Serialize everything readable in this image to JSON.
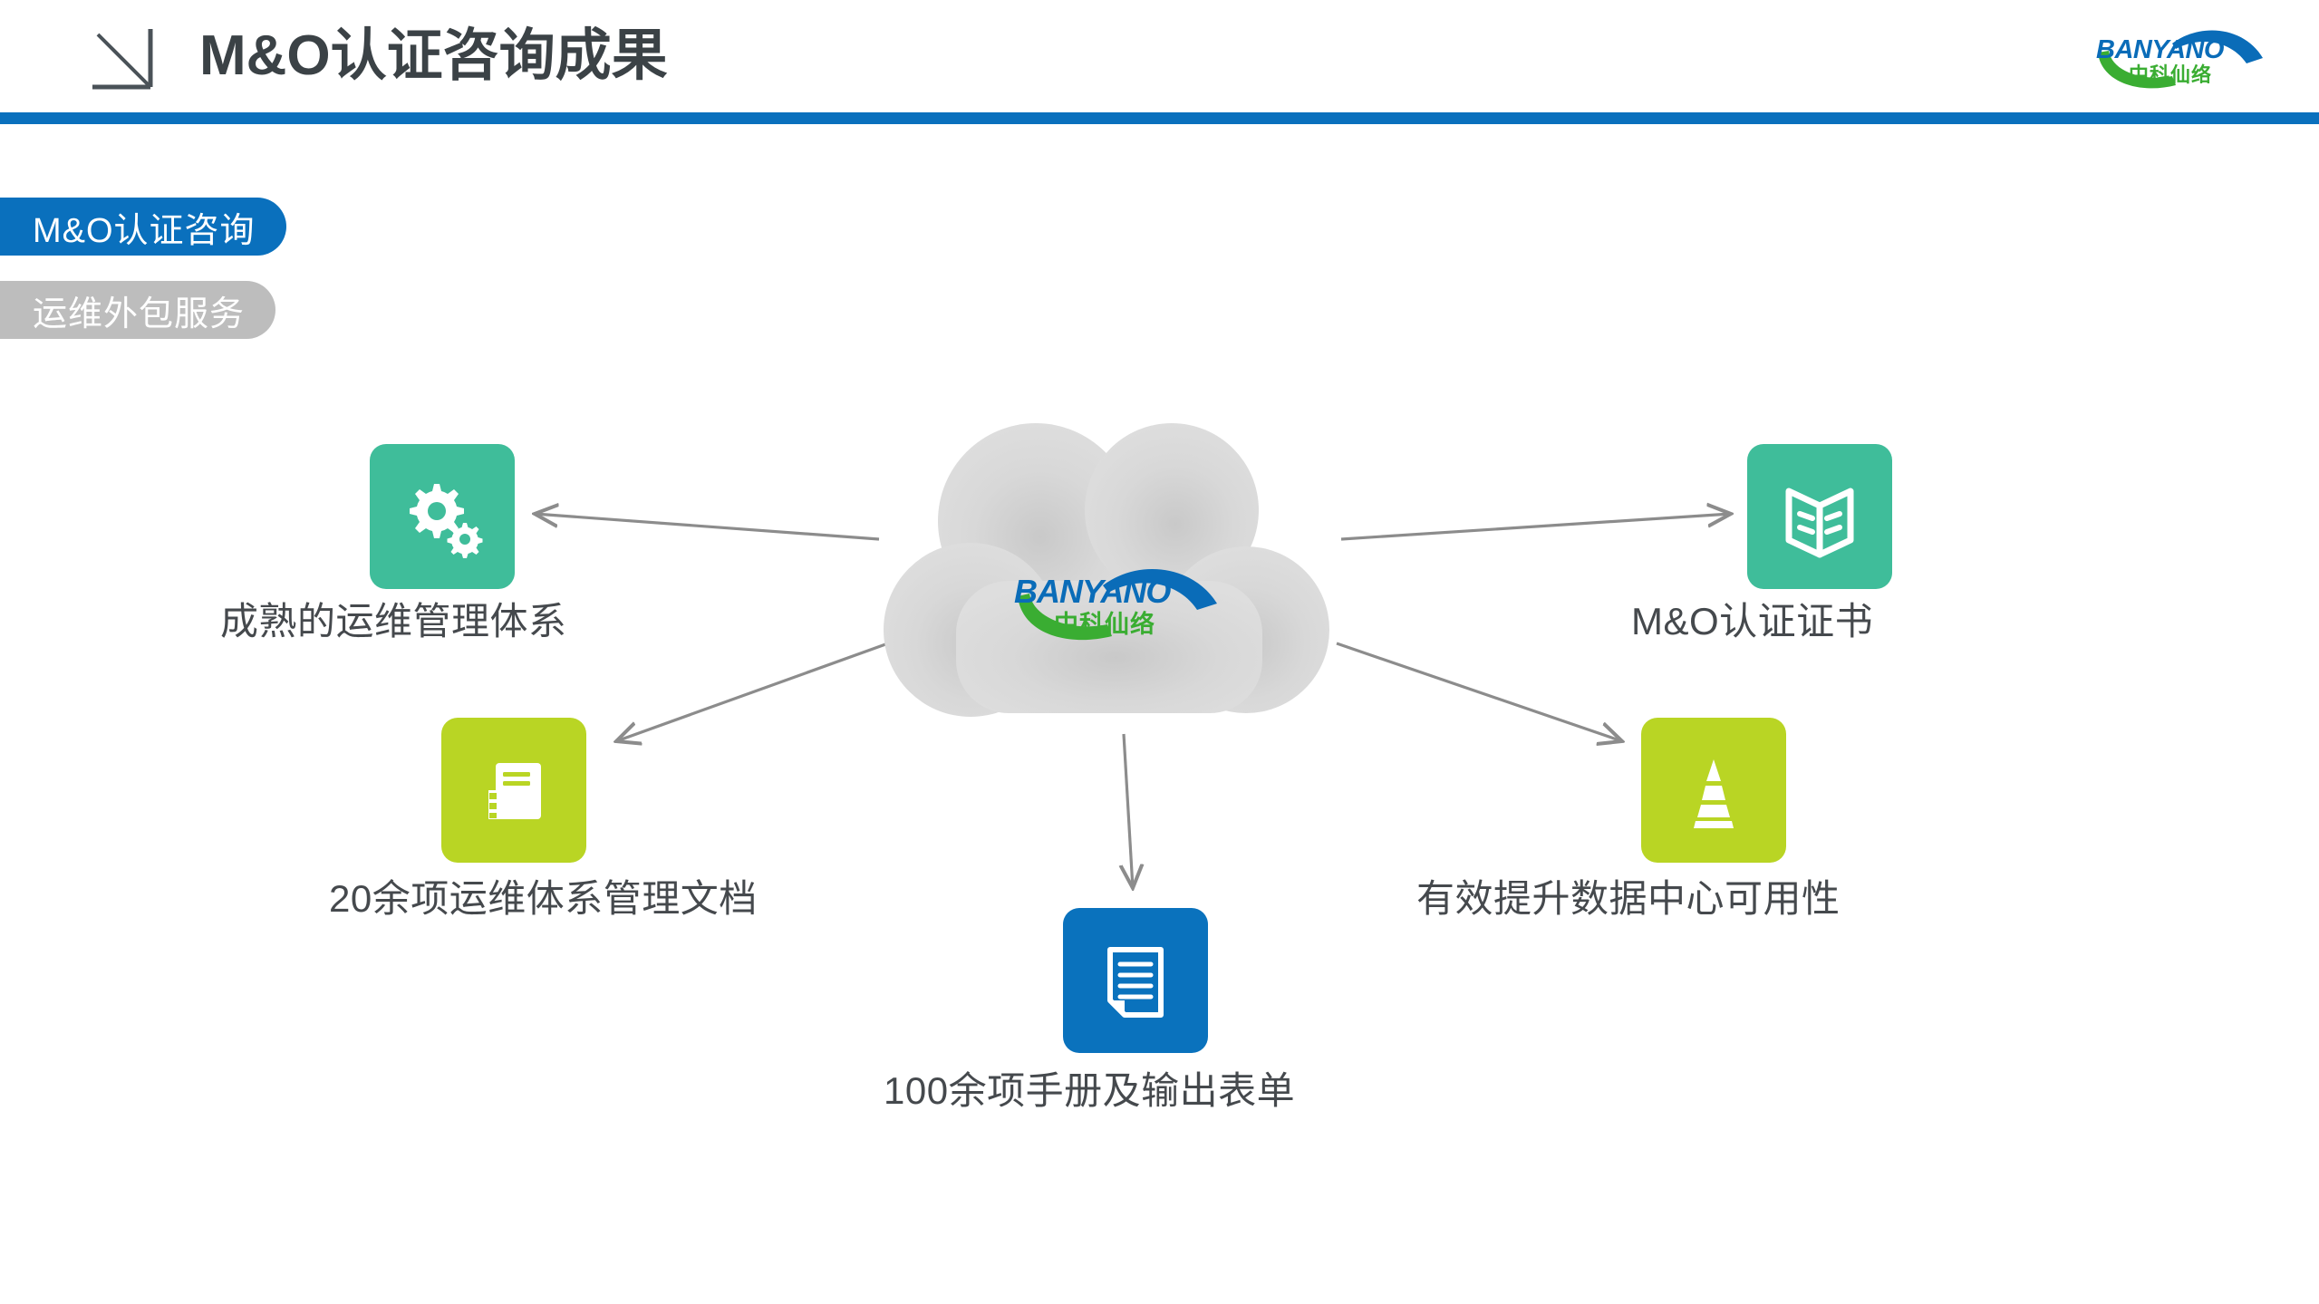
{
  "header": {
    "title": "M&O认证咨询成果",
    "corner_icon": "diagonal-arrow-corner-icon",
    "rule_color": "#0a70bd"
  },
  "brand": {
    "name_en": "BANYANO",
    "name_cn": "中科仙络",
    "blue": "#0a6cb8",
    "green": "#3aad32"
  },
  "tabs": [
    {
      "label": "M&O认证咨询",
      "active": true,
      "color": "#0a70bd"
    },
    {
      "label": "运维外包服务",
      "active": false,
      "color": "#bdbdbd"
    }
  ],
  "diagram": {
    "type": "hub-and-spoke",
    "center": {
      "shape": "cloud",
      "fill": "#dcdcdc",
      "logo_en": "BANYANO",
      "logo_cn": "中科仙络"
    },
    "connector_color": "#8c8c8c",
    "nodes": [
      {
        "id": "maturity",
        "label": "成熟的运维管理体系",
        "icon": "gears-icon",
        "tile_color": "#3fbd9a",
        "position": "top-left"
      },
      {
        "id": "certificate",
        "label": "M&O认证证书",
        "icon": "open-book-icon",
        "tile_color": "#3fbd9a",
        "position": "top-right"
      },
      {
        "id": "docs",
        "label": "20余项运维体系管理文档",
        "icon": "notebook-icon",
        "tile_color": "#b9d524",
        "position": "mid-left"
      },
      {
        "id": "availability",
        "label": "有效提升数据中心可用性",
        "icon": "traffic-cone-icon",
        "tile_color": "#b9d524",
        "position": "mid-right"
      },
      {
        "id": "forms",
        "label": "100余项手册及输出表单",
        "icon": "document-form-icon",
        "tile_color": "#0a72bd",
        "position": "bottom-center"
      }
    ]
  }
}
